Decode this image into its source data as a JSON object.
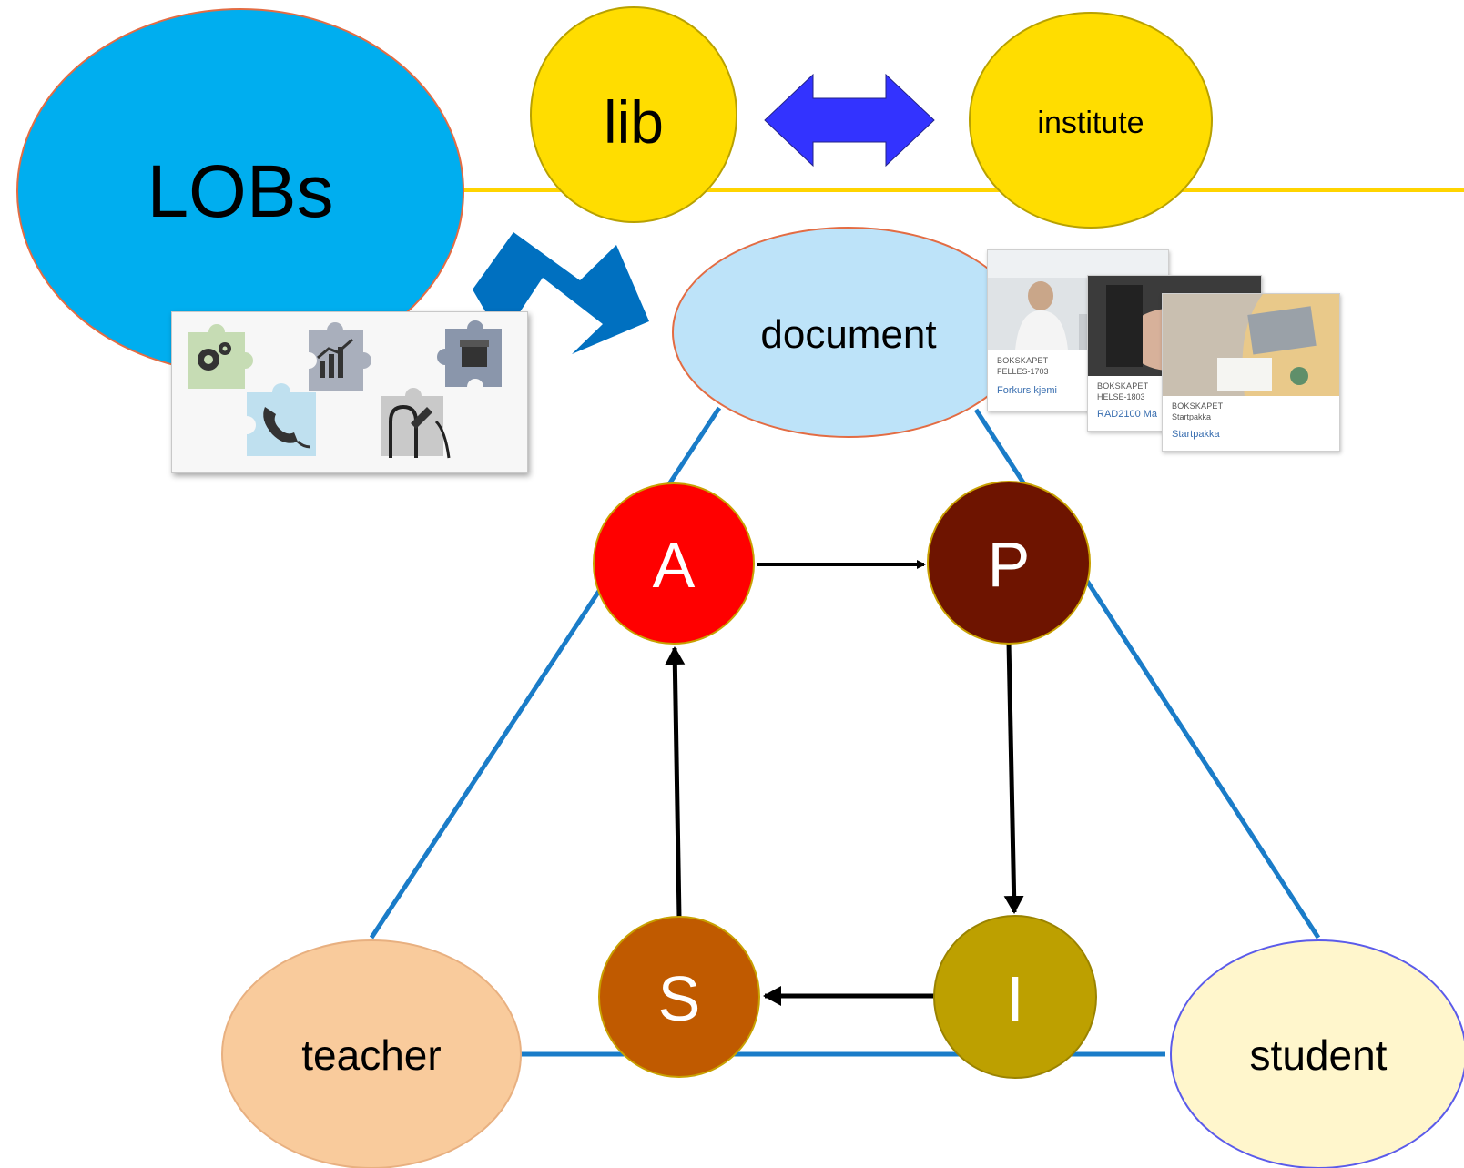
{
  "nodes": {
    "lobs": "LOBs",
    "lib": "lib",
    "institute": "institute",
    "document": "document",
    "teacher": "teacher",
    "student": "student",
    "a": "A",
    "p": "P",
    "i": "I",
    "s": "S"
  },
  "cards": [
    {
      "kicker": "BOKSKAPET",
      "code": "FELLES-1703",
      "title": "Forkurs kjemi"
    },
    {
      "kicker": "BOKSKAPET",
      "code": "HELSE-1803",
      "title": "RAD2100 Ma"
    },
    {
      "kicker": "BOKSKAPET",
      "code": "Startpakka",
      "title": "Startpakka"
    }
  ],
  "icons": [
    "gear-puzzle-icon",
    "chart-puzzle-icon",
    "box-puzzle-icon",
    "phone-puzzle-icon",
    "wrench-puzzle-icon"
  ],
  "colors": {
    "lobs_fill": "#00AEEF",
    "lobs_stroke": "#E36C43",
    "yellow_node": "#FFDD00",
    "yellow_stroke": "#B8A100",
    "yellow_line": "#FFD400",
    "blue_double_arrow": "#3333FF",
    "blue_arrow": "#0070C0",
    "document_fill": "#BDE3F9",
    "triangle_line": "#1A7CC8",
    "teacher_fill": "#F9CB9C",
    "student_fill": "#FFF6CC",
    "student_stroke": "#5B5BEA",
    "node_a": "#FF0000",
    "node_p": "#6E1400",
    "node_i": "#BDA000",
    "node_s": "#C05A00"
  }
}
